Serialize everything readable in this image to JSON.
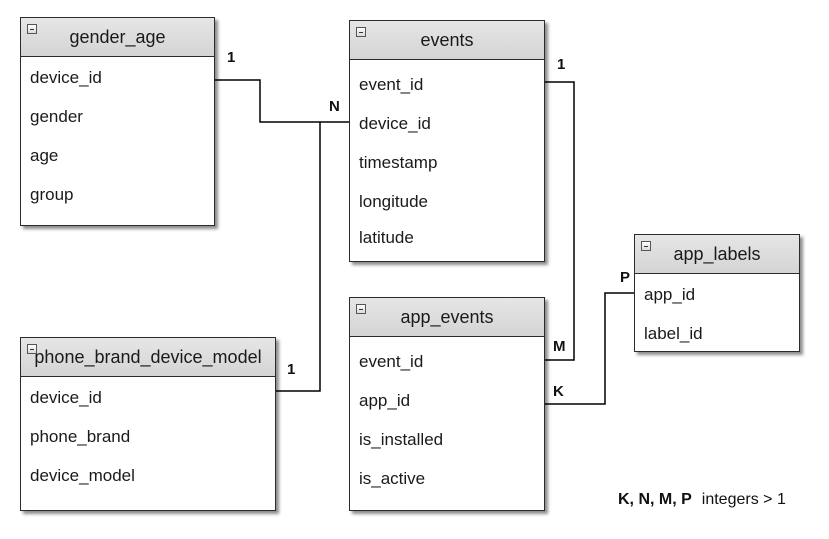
{
  "entities": {
    "gender_age": {
      "title": "gender_age",
      "fields": [
        "device_id",
        "gender",
        "age",
        "group"
      ]
    },
    "events": {
      "title": "events",
      "fields": [
        "event_id",
        "device_id",
        "timestamp",
        "longitude",
        "latitude"
      ]
    },
    "app_labels": {
      "title": "app_labels",
      "fields": [
        "app_id",
        "label_id"
      ]
    },
    "app_events": {
      "title": "app_events",
      "fields": [
        "event_id",
        "app_id",
        "is_installed",
        "is_active"
      ]
    },
    "phone_brand_device_model": {
      "title": "phone_brand_device_model",
      "fields": [
        "device_id",
        "phone_brand",
        "device_model"
      ]
    }
  },
  "cardinalities": {
    "gender_age_1": "1",
    "events_n": "N",
    "events_1": "1",
    "app_events_m": "M",
    "app_events_k": "K",
    "app_labels_p": "P",
    "phone_brand_1": "1"
  },
  "legend": {
    "keys": "K, N, M, P",
    "text": "integers > 1"
  },
  "colors": {
    "header_fill": "#dadada",
    "border": "#2b2b2b",
    "line": "#000000"
  }
}
